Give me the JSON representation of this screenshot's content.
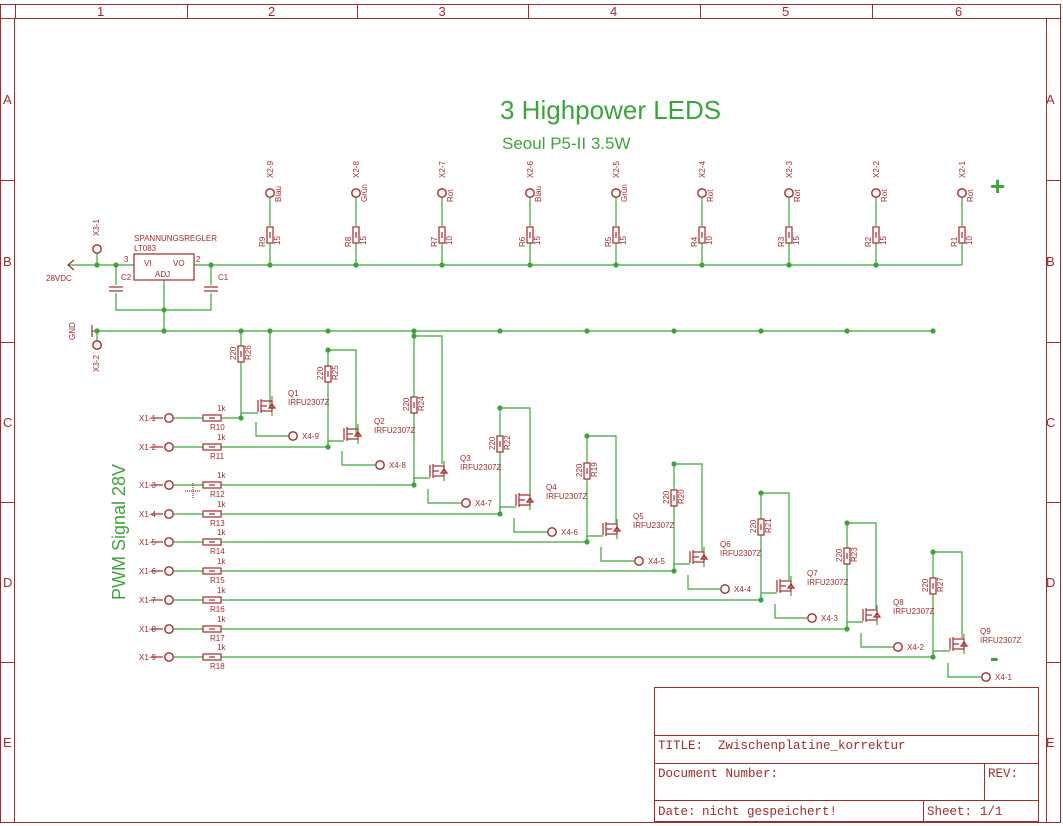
{
  "frame": {
    "columns": [
      "1",
      "2",
      "3",
      "4",
      "5",
      "6"
    ],
    "rows": [
      "A",
      "B",
      "C",
      "D",
      "E"
    ]
  },
  "title_block": {
    "title_label": "TITLE:",
    "title_value": "Zwischenplatine_korrektur",
    "doc_number_label": "Document Number:",
    "rev_label": "REV:",
    "date_label": "Date:",
    "date_value": "nicht gespeichert!",
    "sheet_label": "Sheet:",
    "sheet_value": "1/1"
  },
  "headings": {
    "main": "3 Highpower LEDS",
    "sub": "Seoul P5-II 3.5W",
    "pwm": "PWM Signal 28V",
    "plus": "+",
    "minus": "-"
  },
  "regulator": {
    "title": "SPANNUNGSREGLER",
    "part": "LT083",
    "pin_vi": "VI",
    "pin_vo": "VO",
    "pin_adj": "ADJ",
    "pin_3": "3",
    "pin_2": "2",
    "c2": "C2",
    "c1": "C1"
  },
  "power": {
    "x3_1": "X3-1",
    "x3_2": "X3-2",
    "vdc": "28VDC",
    "gnd": "GND"
  },
  "led_connectors": [
    {
      "name": "X2-9",
      "color": "Blau",
      "res": "R9",
      "val": "15"
    },
    {
      "name": "X2-8",
      "color": "Grün",
      "res": "R8",
      "val": "15"
    },
    {
      "name": "X2-7",
      "color": "Rot",
      "res": "R7",
      "val": "10"
    },
    {
      "name": "X2-6",
      "color": "Blau",
      "res": "R6",
      "val": "15"
    },
    {
      "name": "X2-5",
      "color": "Grün",
      "res": "R5",
      "val": "15"
    },
    {
      "name": "X2-4",
      "color": "Rot",
      "res": "R4",
      "val": "10"
    },
    {
      "name": "X2-3",
      "color": "Rot",
      "res": "R3",
      "val": "15"
    },
    {
      "name": "X2-2",
      "color": "Rot",
      "res": "R2",
      "val": "15"
    },
    {
      "name": "X2-1",
      "color": "Rot",
      "res": "R1",
      "val": "10"
    }
  ],
  "channels": [
    {
      "in": "X1-1",
      "rin": "R10",
      "rin_val": "1k",
      "pull": "R26",
      "pull_val": "220",
      "q": "Q1",
      "q_type": "IRFU2307Z",
      "out": "X4-9"
    },
    {
      "in": "X1-2",
      "rin": "R11",
      "rin_val": "1k",
      "pull": "R25",
      "pull_val": "220",
      "q": "Q2",
      "q_type": "IRFU2307Z",
      "out": "X4-8"
    },
    {
      "in": "X1-3",
      "rin": "R12",
      "rin_val": "1k",
      "pull": "R24",
      "pull_val": "220",
      "q": "Q3",
      "q_type": "IRFU2307Z",
      "out": "X4-7"
    },
    {
      "in": "X1-4",
      "rin": "R13",
      "rin_val": "1k",
      "pull": "R22",
      "pull_val": "220",
      "q": "Q4",
      "q_type": "IRFU2307Z",
      "out": "X4-6"
    },
    {
      "in": "X1-5",
      "rin": "R14",
      "rin_val": "1k",
      "pull": "R19",
      "pull_val": "220",
      "q": "Q5",
      "q_type": "IRFU2307Z",
      "out": "X4-5"
    },
    {
      "in": "X1-6",
      "rin": "R15",
      "rin_val": "1k",
      "pull": "R20",
      "pull_val": "220",
      "q": "Q6",
      "q_type": "IRFU2307Z",
      "out": "X4-4"
    },
    {
      "in": "X1-7",
      "rin": "R16",
      "rin_val": "1k",
      "pull": "R21",
      "pull_val": "220",
      "q": "Q7",
      "q_type": "IRFU2307Z",
      "out": "X4-3"
    },
    {
      "in": "X1-8",
      "rin": "R17",
      "rin_val": "1k",
      "pull": "R23",
      "pull_val": "220",
      "q": "Q8",
      "q_type": "IRFU2307Z",
      "out": "X4-2"
    },
    {
      "in": "X1-9",
      "rin": "R18",
      "rin_val": "1k",
      "pull": "R27",
      "pull_val": "220",
      "q": "Q9",
      "q_type": "IRFU2307Z",
      "out": "X4-1"
    }
  ]
}
